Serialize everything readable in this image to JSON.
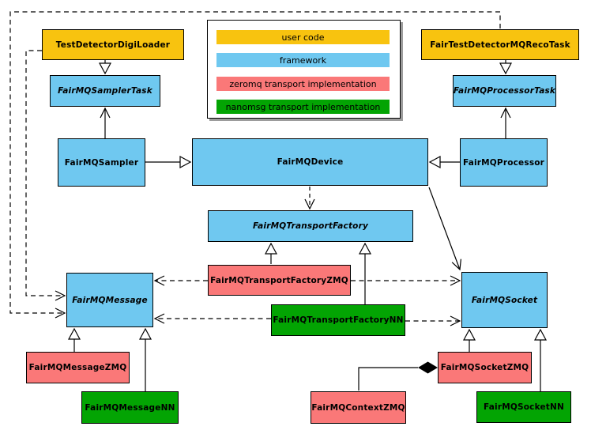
{
  "colors": {
    "user_code": "#F8C30F",
    "framework": "#6FC8F0",
    "zeromq": "#FA7878",
    "nanomsg": "#03A403",
    "background": "#FFFFFF",
    "line": "#000000"
  },
  "legend": {
    "items": [
      {
        "label": "user code",
        "color": "#F8C30F"
      },
      {
        "label": "framework",
        "color": "#6FC8F0"
      },
      {
        "label": "zeromq transport implementation",
        "color": "#FA7878"
      },
      {
        "label": "nanomsg transport implementation",
        "color": "#03A403"
      }
    ]
  },
  "nodes": {
    "test_detector_digi_loader": {
      "label": "TestDetectorDigiLoader",
      "category": "user_code",
      "abstract": false
    },
    "fair_test_detector_mq_reco_task": {
      "label": "FairTestDetectorMQRecoTask",
      "category": "user_code",
      "abstract": false
    },
    "fairmq_sampler_task": {
      "label": "FairMQSamplerTask",
      "category": "framework",
      "abstract": true
    },
    "fairmq_processor_task": {
      "label": "FairMQProcessorTask",
      "category": "framework",
      "abstract": true
    },
    "fairmq_sampler": {
      "label": "FairMQSampler",
      "category": "framework",
      "abstract": false
    },
    "fairmq_device": {
      "label": "FairMQDevice",
      "category": "framework",
      "abstract": false
    },
    "fairmq_processor": {
      "label": "FairMQProcessor",
      "category": "framework",
      "abstract": false
    },
    "fairmq_transport_factory": {
      "label": "FairMQTransportFactory",
      "category": "framework",
      "abstract": true
    },
    "fairmq_message": {
      "label": "FairMQMessage",
      "category": "framework",
      "abstract": true
    },
    "fairmq_socket": {
      "label": "FairMQSocket",
      "category": "framework",
      "abstract": true
    },
    "fairmq_transport_factory_zmq": {
      "label": "FairMQTransportFactoryZMQ",
      "category": "zeromq",
      "abstract": false
    },
    "fairmq_transport_factory_nn": {
      "label": "FairMQTransportFactoryNN",
      "category": "nanomsg",
      "abstract": false
    },
    "fairmq_message_zmq": {
      "label": "FairMQMessageZMQ",
      "category": "zeromq",
      "abstract": false
    },
    "fairmq_message_nn": {
      "label": "FairMQMessageNN",
      "category": "nanomsg",
      "abstract": false
    },
    "fairmq_context_zmq": {
      "label": "FairMQContextZMQ",
      "category": "zeromq",
      "abstract": false
    },
    "fairmq_socket_zmq": {
      "label": "FairMQSocketZMQ",
      "category": "zeromq",
      "abstract": false
    },
    "fairmq_socket_nn": {
      "label": "FairMQSocketNN",
      "category": "nanomsg",
      "abstract": false
    }
  },
  "relations": [
    {
      "from": "TestDetectorDigiLoader",
      "to": "FairMQSamplerTask",
      "type": "inheritance-triangle"
    },
    {
      "from": "FairTestDetectorMQRecoTask",
      "to": "FairMQProcessorTask",
      "type": "inheritance-triangle"
    },
    {
      "from": "FairMQSampler",
      "to": "FairMQSamplerTask",
      "type": "solid-arrow"
    },
    {
      "from": "FairMQProcessor",
      "to": "FairMQProcessorTask",
      "type": "solid-arrow"
    },
    {
      "from": "FairMQSampler",
      "to": "FairMQDevice",
      "type": "inheritance-triangle"
    },
    {
      "from": "FairMQProcessor",
      "to": "FairMQDevice",
      "type": "inheritance-triangle"
    },
    {
      "from": "FairMQDevice",
      "to": "FairMQTransportFactory",
      "type": "dashed-arrow"
    },
    {
      "from": "FairMQDevice",
      "to": "FairMQSocket",
      "type": "solid-arrow"
    },
    {
      "from": "FairMQTransportFactoryZMQ",
      "to": "FairMQTransportFactory",
      "type": "inheritance-triangle"
    },
    {
      "from": "FairMQTransportFactoryNN",
      "to": "FairMQTransportFactory",
      "type": "inheritance-triangle"
    },
    {
      "from": "FairMQTransportFactoryZMQ",
      "to": "FairMQMessage",
      "type": "dashed-arrow"
    },
    {
      "from": "FairMQTransportFactoryZMQ",
      "to": "FairMQSocket",
      "type": "dashed-arrow"
    },
    {
      "from": "FairMQTransportFactoryNN",
      "to": "FairMQMessage",
      "type": "dashed-arrow"
    },
    {
      "from": "FairMQTransportFactoryNN",
      "to": "FairMQSocket",
      "type": "dashed-arrow"
    },
    {
      "from": "TestDetectorDigiLoader",
      "to": "FairMQMessage",
      "type": "dashed-arrow"
    },
    {
      "from": "FairTestDetectorMQRecoTask",
      "to": "FairMQMessage",
      "type": "dashed-arrow"
    },
    {
      "from": "FairMQMessageZMQ",
      "to": "FairMQMessage",
      "type": "inheritance-triangle"
    },
    {
      "from": "FairMQMessageNN",
      "to": "FairMQMessage",
      "type": "inheritance-triangle"
    },
    {
      "from": "FairMQSocketZMQ",
      "to": "FairMQSocket",
      "type": "inheritance-triangle"
    },
    {
      "from": "FairMQSocketNN",
      "to": "FairMQSocket",
      "type": "inheritance-triangle"
    },
    {
      "from": "FairMQSocketZMQ",
      "to": "FairMQContextZMQ",
      "type": "composition-diamond"
    }
  ]
}
